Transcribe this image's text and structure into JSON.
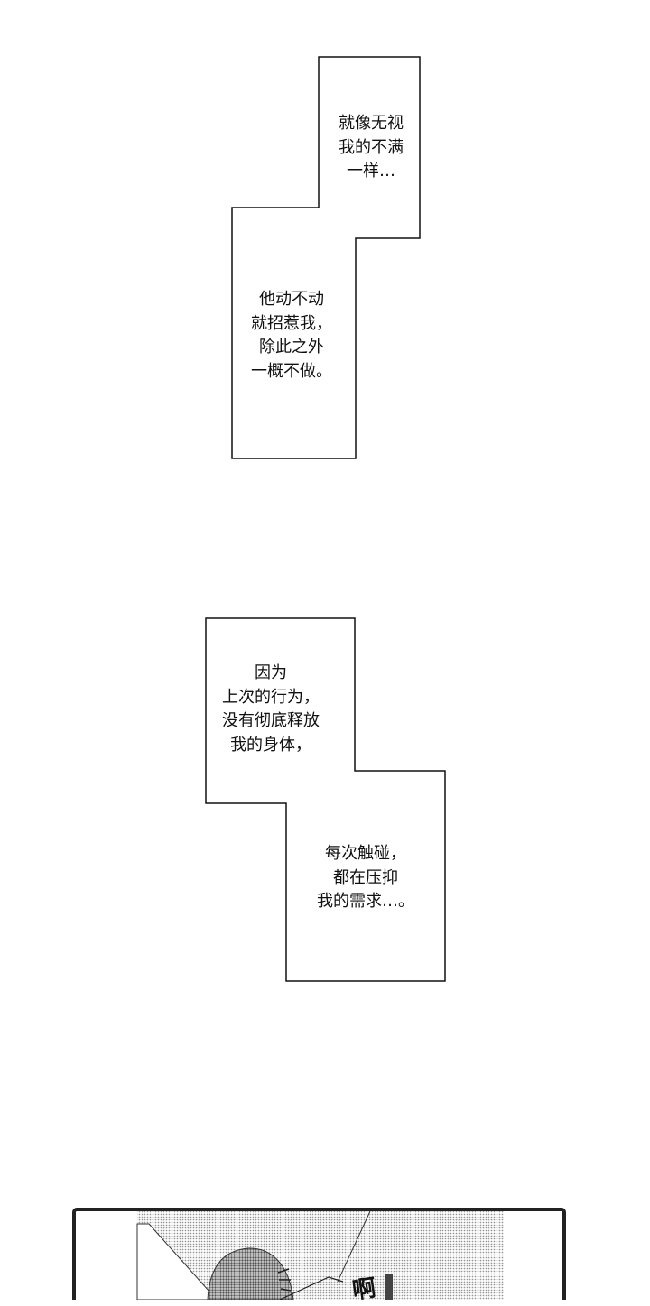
{
  "captions": [
    {
      "lines": [
        "就像无视",
        "我的不满",
        "一样…"
      ]
    },
    {
      "lines": [
        "他动不动",
        "就招惹我，",
        "除此之外",
        "一概不做。"
      ]
    },
    {
      "lines": [
        "因为",
        "上次的行为，",
        "没有彻底释放",
        "我的身体，"
      ]
    },
    {
      "lines": [
        "每次触碰，",
        "都在压抑",
        "我的需求…。"
      ]
    }
  ],
  "panel": {
    "sound_effect": "啊"
  }
}
